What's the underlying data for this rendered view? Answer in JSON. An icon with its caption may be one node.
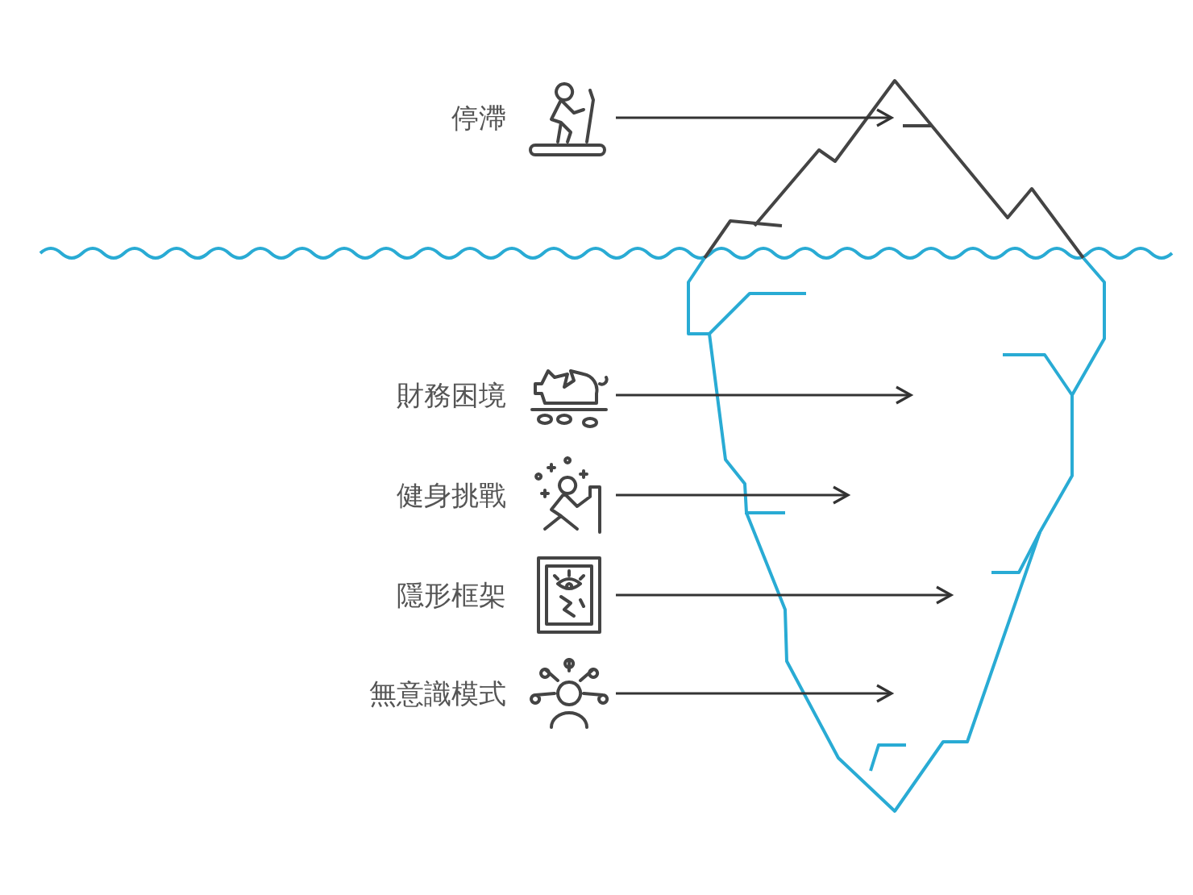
{
  "diagram": {
    "nodes": [
      {
        "text": [
          "停滯"
        ]
      },
      {
        "text": [
          "財務困境"
        ]
      },
      {
        "text": [
          "健身挑戰"
        ]
      },
      {
        "text": [
          "隱形框架"
        ]
      },
      {
        "text": [
          "無意識模式"
        ]
      }
    ],
    "edges": [
      {
        "from": 0,
        "to": null,
        "arrow": "to"
      },
      {
        "from": 1,
        "to": null,
        "arrow": "to"
      },
      {
        "from": 2,
        "to": null,
        "arrow": "to"
      },
      {
        "from": 3,
        "to": null,
        "arrow": "to"
      },
      {
        "from": 4,
        "to": null,
        "arrow": "to"
      }
    ]
  }
}
